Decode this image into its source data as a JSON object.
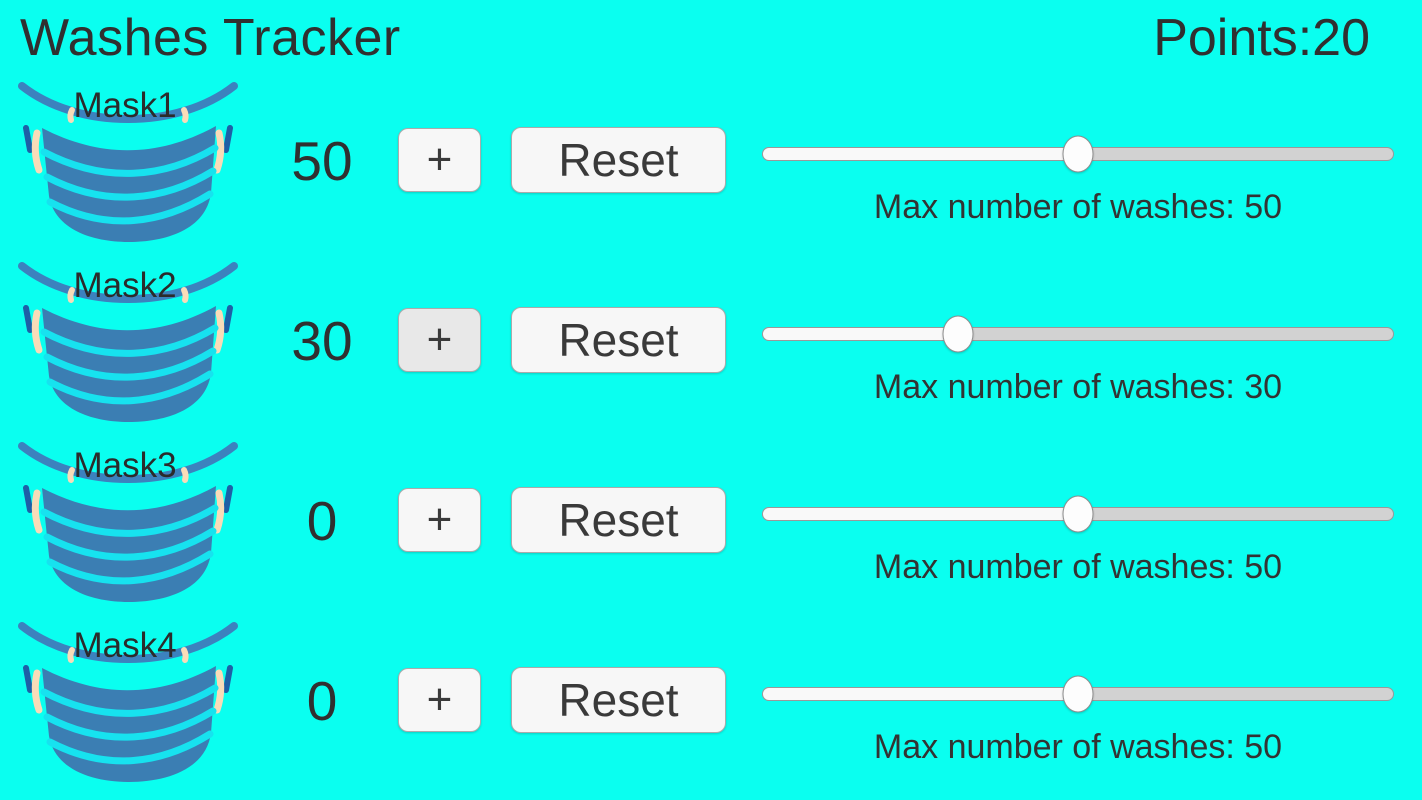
{
  "app": {
    "title": "Washes Tracker",
    "points_text": "Points:20"
  },
  "colors": {
    "background": "#0AFFF0",
    "text": "#303030",
    "mask_body": "#3B7EB3",
    "mask_pleat_line": "#17E2EF",
    "mask_top_band": "#3C82BE",
    "mask_strap": "#F8DCB8",
    "button_background": "#F7F7F7",
    "button_background_pressed": "#E8E8E8",
    "slider_filled": "#F9F9F9",
    "slider_unfilled": "#D2D2D2"
  },
  "masks": [
    {
      "label": "Mask1",
      "count": "50",
      "plus_label": "+",
      "reset_label": "Reset",
      "max_washes_text": "Max number of washes: 50",
      "max_washes_value": 50,
      "slider_percent": 50,
      "plus_pressed": false
    },
    {
      "label": "Mask2",
      "count": "30",
      "plus_label": "+",
      "reset_label": "Reset",
      "max_washes_text": "Max number of washes: 30",
      "max_washes_value": 30,
      "slider_percent": 31,
      "plus_pressed": true
    },
    {
      "label": "Mask3",
      "count": "0",
      "plus_label": "+",
      "reset_label": "Reset",
      "max_washes_text": "Max number of washes: 50",
      "max_washes_value": 50,
      "slider_percent": 50,
      "plus_pressed": false
    },
    {
      "label": "Mask4",
      "count": "0",
      "plus_label": "+",
      "reset_label": "Reset",
      "max_washes_text": "Max number of washes: 50",
      "max_washes_value": 50,
      "slider_percent": 50,
      "plus_pressed": false
    }
  ]
}
